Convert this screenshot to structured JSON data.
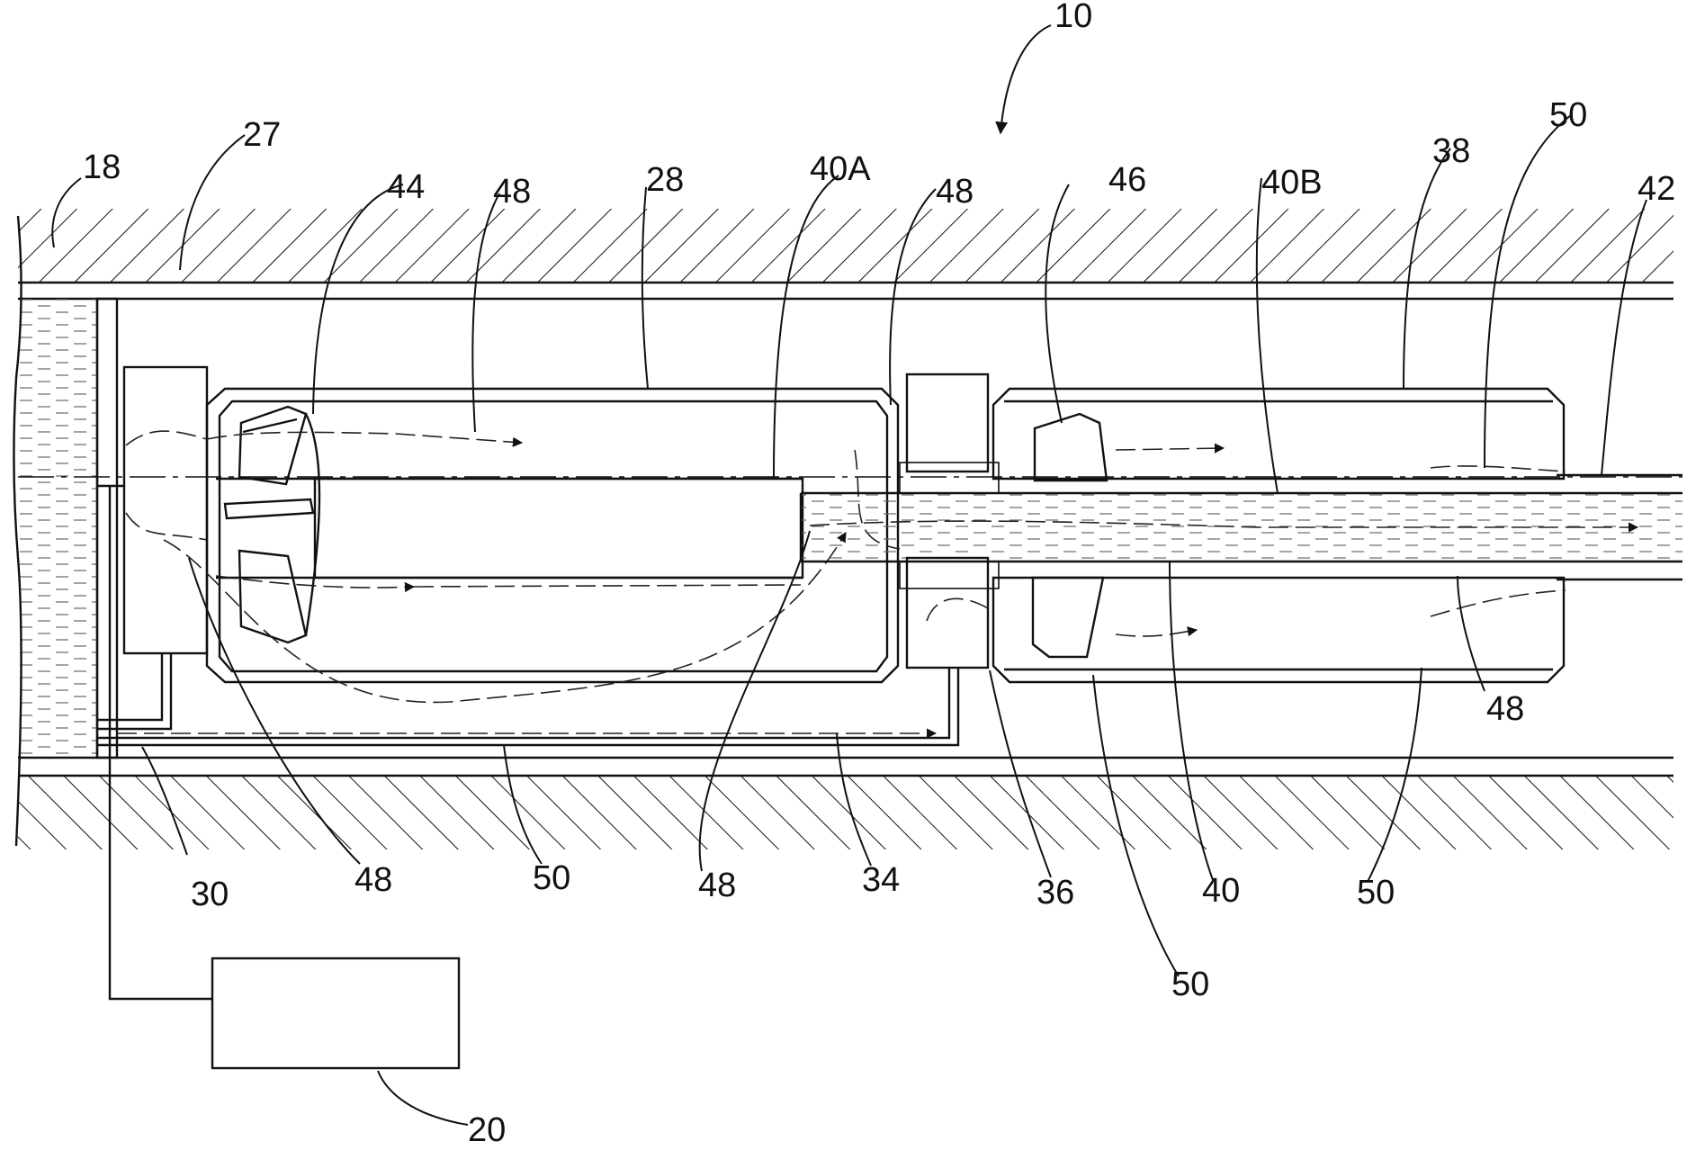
{
  "figure": {
    "labels": {
      "l10": "10",
      "l18": "18",
      "l27": "27",
      "l44": "44",
      "l48a": "48",
      "l28": "28",
      "l40A": "40A",
      "l48b": "48",
      "l46": "46",
      "l40B": "40B",
      "l38": "38",
      "l50a": "50",
      "l42": "42",
      "l48c": "48",
      "l30": "30",
      "l48d": "48",
      "l50b": "50",
      "l48e": "48",
      "l34": "34",
      "l36": "36",
      "l40": "40",
      "l50c": "50",
      "l50d": "50",
      "l20": "20"
    }
  },
  "colors": {
    "ink": "#111111",
    "background": "#ffffff"
  }
}
